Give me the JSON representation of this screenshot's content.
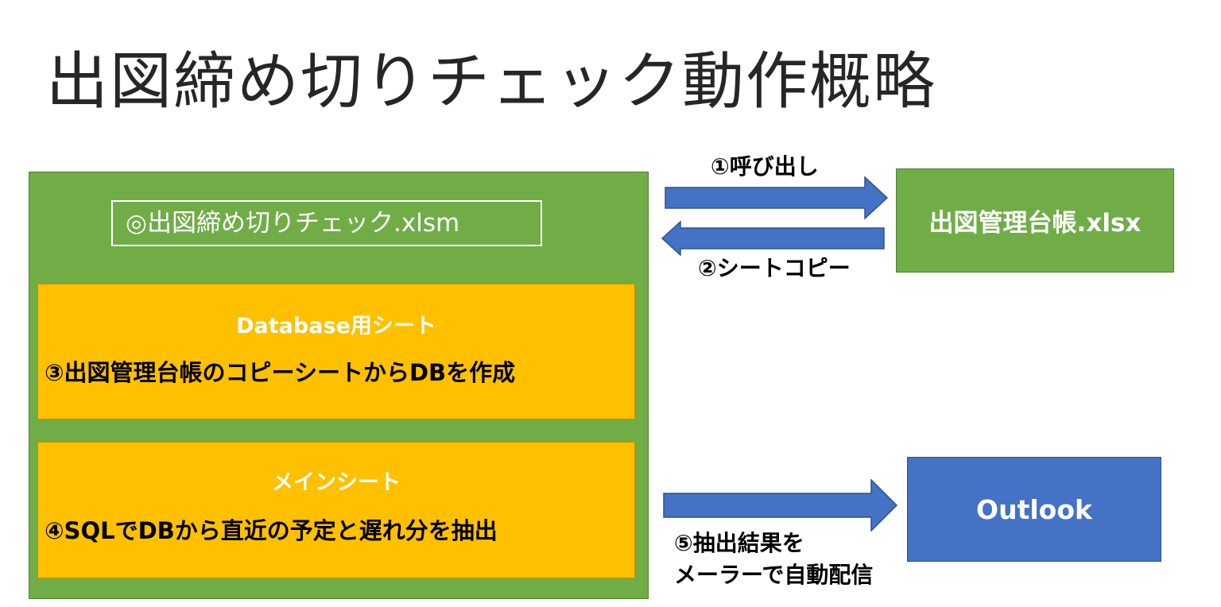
{
  "title": "出図締め切りチェック動作概略",
  "main_file": {
    "label": "◎出図締め切りチェック.xlsm",
    "sheets": [
      {
        "title": "Database用シート",
        "description": "③出図管理台帳のコピーシートからDBを作成"
      },
      {
        "title": "メインシート",
        "description": "④SQLでDBから直近の予定と遅れ分を抽出"
      }
    ]
  },
  "ledger": {
    "label": "出図管理台帳.xlsx"
  },
  "outlook": {
    "label": "Outlook"
  },
  "flows": {
    "call": "①呼び出し",
    "copy": "②シートコピー",
    "send_line1": "⑤抽出結果を",
    "send_line2": "メーラーで自動配信"
  },
  "colors": {
    "green": "#70ad47",
    "orange": "#ffc000",
    "blue": "#4472c4"
  }
}
